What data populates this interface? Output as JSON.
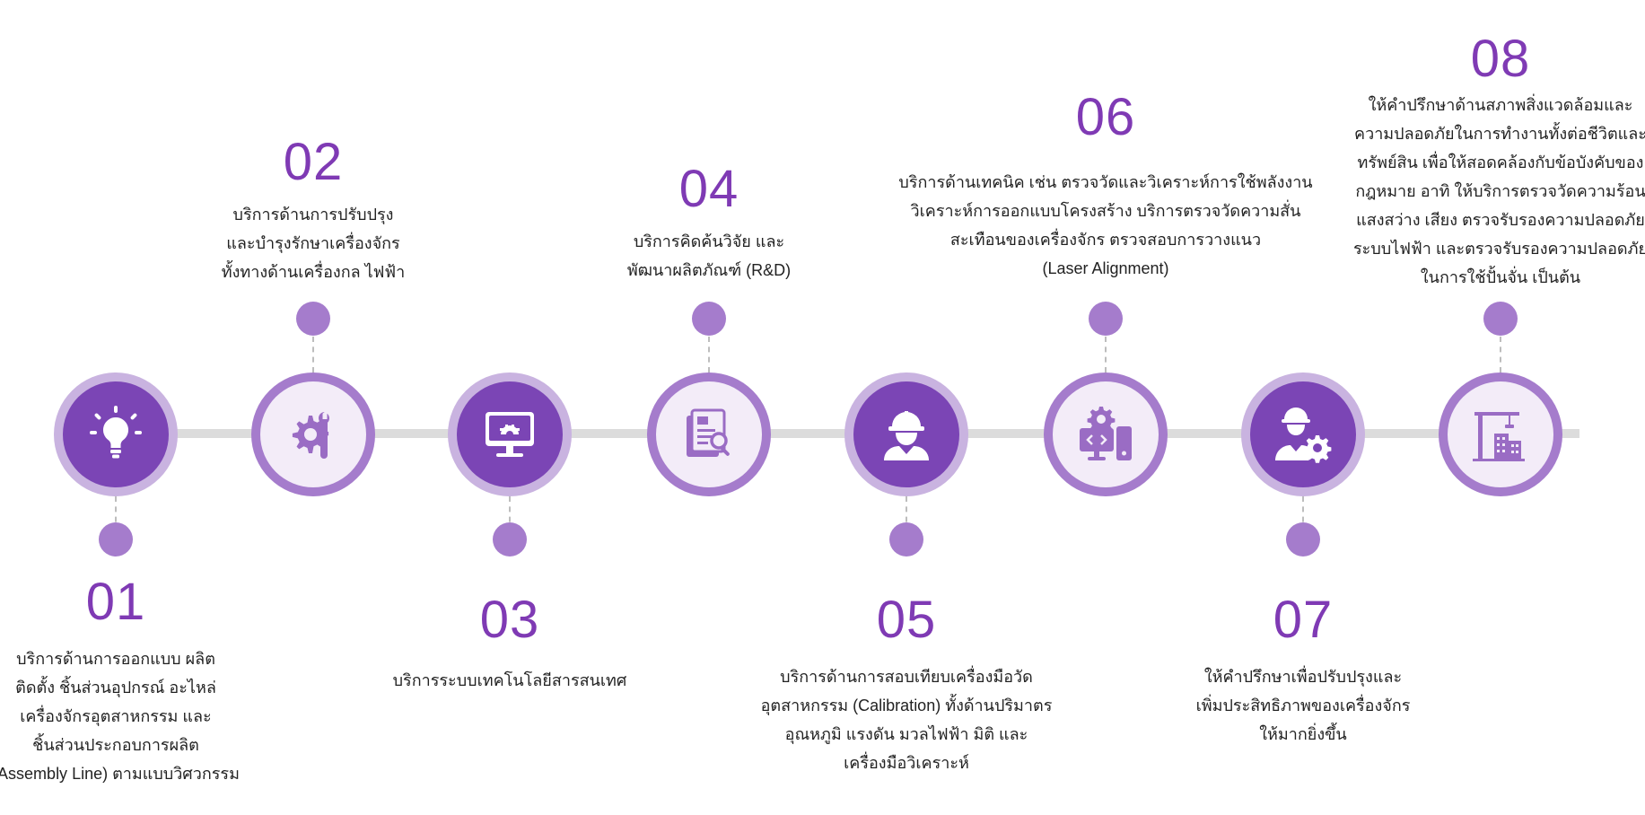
{
  "colors": {
    "accent": "#7f3ab4",
    "node_dark": "#7b45b5",
    "node_dark_ring": "#c9b3e0",
    "node_light": "#f3ecf8",
    "node_light_ring": "#a57ccc",
    "dot": "#a57ccc",
    "track": "#dcdcdc"
  },
  "steps": [
    {
      "number": "01",
      "icon": "lightbulb-icon",
      "lines": [
        "บริการด้านการออกแบบ ผลิต",
        "ติดตั้ง ชิ้นส่วนอุปกรณ์ อะไหล่",
        "เครื่องจักรอุตสาหกรรม และ",
        "ชิ้นส่วนประกอบการผลิต",
        "(Assembly Line) ตามแบบวิศวกรรม"
      ]
    },
    {
      "number": "02",
      "icon": "gear-wrench-icon",
      "lines": [
        "บริการด้านการปรับปรุง",
        "และบำรุงรักษาเครื่องจักร",
        "ทั้งทางด้านเครื่องกล ไฟฟ้า"
      ]
    },
    {
      "number": "03",
      "icon": "monitor-gear-icon",
      "lines": [
        "บริการระบบเทคโนโลยีสารสนเทศ"
      ]
    },
    {
      "number": "04",
      "icon": "document-search-icon",
      "lines": [
        "บริการคิดค้นวิจัย และ",
        "พัฒนาผลิตภัณฑ์ (R&D)"
      ]
    },
    {
      "number": "05",
      "icon": "engineer-icon",
      "lines": [
        "บริการด้านการสอบเทียบเครื่องมือวัด",
        "อุตสาหกรรม (Calibration) ทั้งด้านปริมาตร",
        "อุณหภูมิ แรงดัน มวลไฟฟ้า มิติ และ",
        "เครื่องมือวิเคราะห์"
      ]
    },
    {
      "number": "06",
      "icon": "computer-code-gear-icon",
      "lines": [
        "บริการด้านเทคนิค เช่น ตรวจวัดและวิเคราะห์การใช้พลังงาน",
        "วิเคราะห์การออกแบบโครงสร้าง บริการตรวจวัดความสั่น",
        "สะเทือนของเครื่องจักร ตรวจสอบการวางแนว",
        "(Laser Alignment)"
      ]
    },
    {
      "number": "07",
      "icon": "worker-gear-icon",
      "lines": [
        "ให้คำปรึกษาเพื่อปรับปรุงและ",
        "เพิ่มประสิทธิภาพของเครื่องจักร",
        "ให้มากยิ่งขึ้น"
      ]
    },
    {
      "number": "08",
      "icon": "crane-building-icon",
      "lines": [
        "ให้คำปรึกษาด้านสภาพสิ่งแวดล้อมและ",
        "ความปลอดภัยในการทำงานทั้งต่อชีวิตและ",
        "ทรัพย์สิน เพื่อให้สอดคล้องกับข้อบังคับของ",
        "กฎหมาย อาทิ ให้บริการตรวจวัดความร้อน",
        "แสงสว่าง เสียง ตรวจรับรองความปลอดภัย",
        "ระบบไฟฟ้า และตรวจรับรองความปลอดภัย",
        "ในการใช้ปั้นจั่น เป็นต้น"
      ]
    }
  ]
}
